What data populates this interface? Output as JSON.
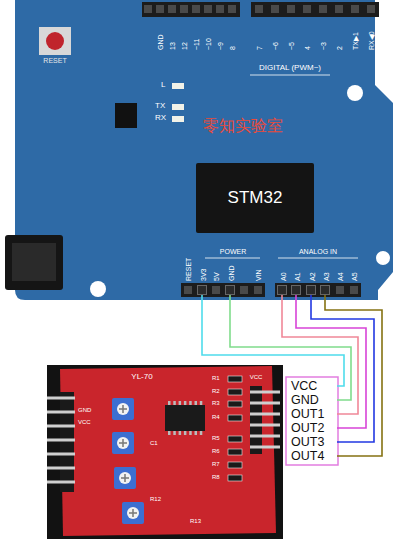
{
  "diagram": {
    "nodes": [
      {
        "text": [
          "STM32"
        ]
      },
      {
        "text": [
          "3V3"
        ]
      },
      {
        "text": [
          "GND"
        ]
      },
      {
        "text": [
          "A0"
        ]
      },
      {
        "text": [
          "A1"
        ]
      },
      {
        "text": [
          "A2"
        ]
      },
      {
        "text": [
          "A3"
        ]
      },
      {
        "text": [
          "VCC"
        ]
      },
      {
        "text": [
          "GND"
        ]
      },
      {
        "text": [
          "OUT1"
        ]
      },
      {
        "text": [
          "OUT2"
        ]
      },
      {
        "text": [
          "OUT3"
        ]
      },
      {
        "text": [
          "OUT4"
        ]
      }
    ],
    "edges": [
      {
        "from": 1,
        "to": 7,
        "arrow": "none"
      },
      {
        "from": 2,
        "to": 8,
        "arrow": "none"
      },
      {
        "from": 3,
        "to": 9,
        "arrow": "none"
      },
      {
        "from": 4,
        "to": 10,
        "arrow": "none"
      },
      {
        "from": 5,
        "to": 11,
        "arrow": "none"
      },
      {
        "from": 6,
        "to": 12,
        "arrow": "none"
      }
    ],
    "labels": [
      "RESET",
      "GND",
      "13",
      "12",
      "~11",
      "~10",
      "~9",
      "8",
      "7",
      "~6",
      "~5",
      "4",
      "~3",
      "2",
      "TX▶1",
      "RX◀0",
      "DIGITAL (PWM~)",
      "L",
      "TX",
      "RX",
      "零知实验室",
      "RESET",
      "5V",
      "VIN",
      "POWER",
      "ANALOG IN",
      "A4",
      "A5",
      "YL-70",
      "VCC",
      "R1",
      "R2",
      "R3",
      "R4",
      "R5",
      "R6",
      "R7",
      "R8",
      "C1",
      "R12",
      "R13",
      "GND",
      "VCC"
    ]
  }
}
